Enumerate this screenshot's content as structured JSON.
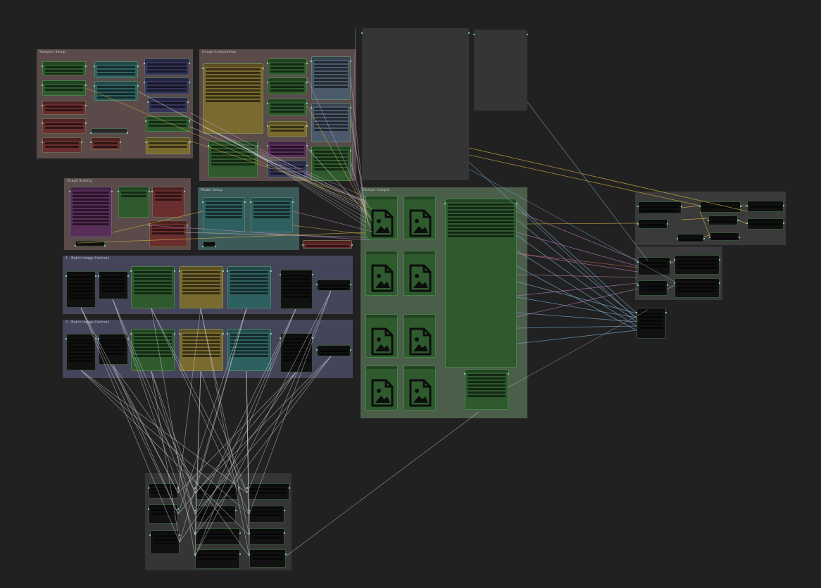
{
  "groups": [
    {
      "id": "g-sampler",
      "title": "Sampler Setup",
      "color": "#5a4a4a"
    },
    {
      "id": "g-compose",
      "title": "Image Composition",
      "color": "#5a4a4a"
    },
    {
      "id": "g-image-scaling",
      "title": "Image Scaling",
      "color": "#5a4a4a"
    },
    {
      "id": "g-model-setup",
      "title": "Model Setup",
      "color": "#3c5a5a"
    },
    {
      "id": "g-batch1",
      "title": "1 - Batch Image Controls",
      "color": "#44445a"
    },
    {
      "id": "g-batch2",
      "title": "2 - Batch Image Controls",
      "color": "#44445a"
    },
    {
      "id": "g-output",
      "title": "Output Images",
      "color": "#4a5e4a"
    },
    {
      "id": "g-right-top",
      "title": "",
      "color": "#3a3a3a"
    },
    {
      "id": "g-right-mid",
      "title": "",
      "color": "#3a3a3a"
    },
    {
      "id": "g-bottom",
      "title": "",
      "color": "#353535"
    }
  ],
  "colors": {
    "canvas_bg": "#212121",
    "node_green": "#2e5a2e",
    "node_teal": "#2f6060",
    "node_blue": "#35355a",
    "node_olive": "#7a6a30",
    "node_red": "#6a2e2e",
    "node_purple": "#5a2e5a",
    "node_slate": "#4a5a6a",
    "node_black": "#111111",
    "node_gray": "#353535",
    "wire_white": "#cfcfcf",
    "wire_blue": "#7fb2d8",
    "wire_yellow": "#d8b040",
    "wire_pink": "#d88ad8",
    "wire_red": "#d86060"
  },
  "icons": [
    "image-icon",
    "image-icon",
    "image-icon",
    "image-icon",
    "image-icon",
    "image-icon",
    "image-icon",
    "image-icon"
  ]
}
